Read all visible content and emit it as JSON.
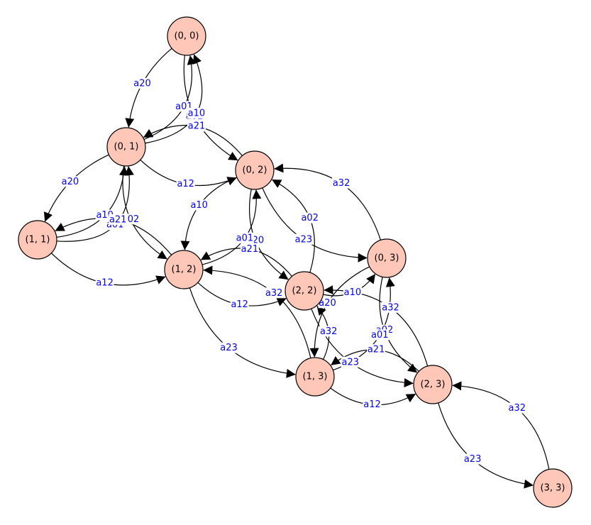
{
  "graph": {
    "node_color": "#fec7b8",
    "edge_label_color": "#0000ff",
    "nodes": [
      {
        "id": "n00",
        "label": "(0, 0)"
      },
      {
        "id": "n01",
        "label": "(0, 1)"
      },
      {
        "id": "n02",
        "label": "(0, 2)"
      },
      {
        "id": "n03",
        "label": "(0, 3)"
      },
      {
        "id": "n11",
        "label": "(1, 1)"
      },
      {
        "id": "n12",
        "label": "(1, 2)"
      },
      {
        "id": "n13",
        "label": "(1, 3)"
      },
      {
        "id": "n22",
        "label": "(2, 2)"
      },
      {
        "id": "n23",
        "label": "(2, 3)"
      },
      {
        "id": "n33",
        "label": "(3, 3)"
      }
    ],
    "edges": [
      {
        "from": "n00",
        "to": "n01",
        "label": "a20"
      },
      {
        "from": "n00",
        "to": "n02",
        "label": "a02"
      },
      {
        "from": "n01",
        "to": "n00",
        "label": "a01"
      },
      {
        "from": "n01",
        "to": "n00",
        "label": "a10"
      },
      {
        "from": "n01",
        "to": "n02",
        "label": "a12"
      },
      {
        "from": "n01",
        "to": "n11",
        "label": "a20"
      },
      {
        "from": "n01",
        "to": "n12",
        "label": "a02"
      },
      {
        "from": "n11",
        "to": "n01",
        "label": "a10"
      },
      {
        "from": "n11",
        "to": "n01",
        "label": "a01"
      },
      {
        "from": "n11",
        "to": "n12",
        "label": "a12"
      },
      {
        "from": "n02",
        "to": "n01",
        "label": "a21"
      },
      {
        "from": "n02",
        "to": "n12",
        "label": "a10"
      },
      {
        "from": "n02",
        "to": "n22",
        "label": "a20"
      },
      {
        "from": "n02",
        "to": "n03",
        "label": "a23"
      },
      {
        "from": "n12",
        "to": "n11",
        "label": "a21"
      },
      {
        "from": "n12",
        "to": "n02",
        "label": "a01"
      },
      {
        "from": "n12",
        "to": "n22",
        "label": "a12"
      },
      {
        "from": "n12",
        "to": "n13",
        "label": "a23"
      },
      {
        "from": "n22",
        "to": "n12",
        "label": "a21"
      },
      {
        "from": "n22",
        "to": "n02",
        "label": "a02"
      },
      {
        "from": "n22",
        "to": "n03",
        "label": "a10"
      },
      {
        "from": "n22",
        "to": "n23",
        "label": "a23"
      },
      {
        "from": "n03",
        "to": "n02",
        "label": "a32"
      },
      {
        "from": "n03",
        "to": "n23",
        "label": "a02"
      },
      {
        "from": "n03",
        "to": "n13",
        "label": "a20"
      },
      {
        "from": "n13",
        "to": "n12",
        "label": "a32"
      },
      {
        "from": "n13",
        "to": "n22",
        "label": "a32"
      },
      {
        "from": "n13",
        "to": "n03",
        "label": "a01"
      },
      {
        "from": "n13",
        "to": "n23",
        "label": "a12"
      },
      {
        "from": "n23",
        "to": "n13",
        "label": "a21"
      },
      {
        "from": "n23",
        "to": "n22",
        "label": "a32"
      },
      {
        "from": "n23",
        "to": "n33",
        "label": "a23"
      },
      {
        "from": "n33",
        "to": "n23",
        "label": "a32"
      }
    ]
  }
}
